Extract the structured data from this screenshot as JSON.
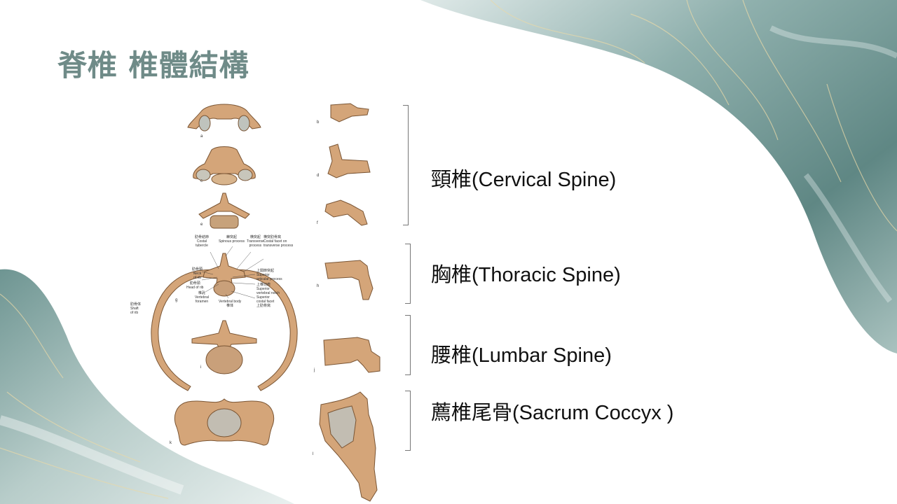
{
  "slide": {
    "title": "脊椎 椎體結構",
    "colors": {
      "title": "#6f8b88",
      "marble": "#6e9592",
      "bone": "#c9986a",
      "background": "#ffffff"
    }
  },
  "regions": [
    {
      "label": "頸椎(Cervical Spine)"
    },
    {
      "label": "胸椎(Thoracic Spine)"
    },
    {
      "label": "腰椎(Lumbar Spine)"
    },
    {
      "label": "薦椎尾骨(Sacrum Coccyx )"
    }
  ],
  "figure": {
    "panel_letters": [
      "a",
      "b",
      "c",
      "d",
      "e",
      "f",
      "g",
      "h",
      "i",
      "j",
      "k",
      "l"
    ],
    "annotations": {
      "costal_tubercle": "肋骨結節\nCostal\ntubercle",
      "spinous_process": "棘突起\nSpinous process",
      "transverse_process": "横突起\nTransverse\nprocess",
      "costal_facet_transverse": "横突肋骨窩\nCostal facet on\ntransverse process",
      "neck_of_rib": "肋骨頸\nNeck\nof rib",
      "head_of_rib": "肋骨頭\nHead of rib",
      "superior_articular": "上関節突起\nSuperior\narticular process",
      "superior_vertebral_notch": "上椎切痕\nSuperior\nvertebral notch",
      "vertebral_foramen": "椎孔\nVertebral\nforamen",
      "vertebral_body": "Vertebral body\n椎体",
      "superior_costal_facet": "Superior\ncostal facet\n上肋骨窩",
      "shaft_of_rib": "肋骨体\nShaft\nof rib"
    }
  }
}
